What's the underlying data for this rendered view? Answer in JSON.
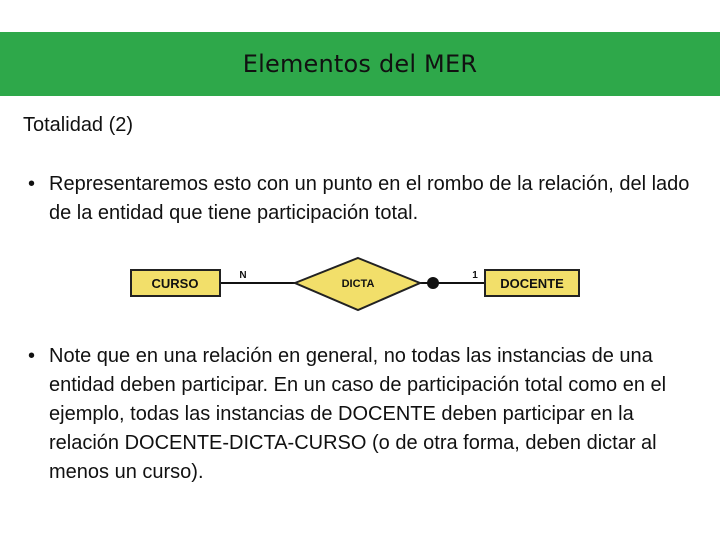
{
  "header": {
    "title": "Elementos del MER"
  },
  "subtitle": "Totalidad (2)",
  "bullets": [
    "Representaremos esto con un punto en el rombo de la relación, del lado de la entidad que tiene participación total.",
    "Note que en una relación en general, no todas las instancias de una entidad deben participar. En un caso de participación total como en el ejemplo, todas las instancias de DOCENTE deben participar en la relación DOCENTE-DICTA-CURSO (o de otra forma, deben dictar al menos un curso)."
  ],
  "bullet_symbol": "•",
  "diagram": {
    "entity_left": "CURSO",
    "relationship": "DICTA",
    "entity_right": "DOCENTE",
    "cardinality_left": "N",
    "cardinality_right": "1",
    "colors": {
      "fill": "#f2df6a",
      "stroke": "#111111",
      "header": "#2ea84a"
    }
  }
}
